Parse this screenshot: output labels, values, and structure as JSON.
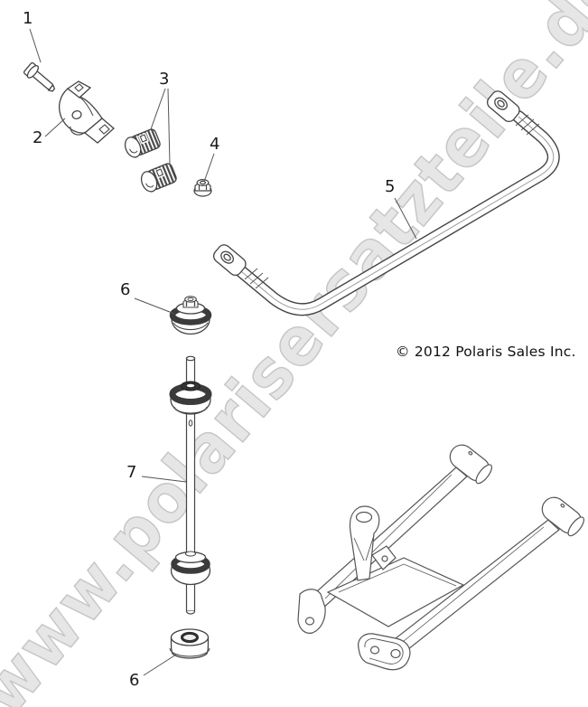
{
  "watermark": {
    "text": "www.polarisersatzteile.de",
    "fill": "#e6e6e6",
    "outline": "#c6c6c6"
  },
  "copyright": {
    "text": "© 2012 Polaris Sales Inc."
  },
  "callouts": [
    {
      "label": "1",
      "part": "flange-bolt"
    },
    {
      "label": "2",
      "part": "stabilizer-bar-bracket"
    },
    {
      "label": "3",
      "part": "stabilizer-bar-bushing-clamps"
    },
    {
      "label": "4",
      "part": "flange-nut"
    },
    {
      "label": "5",
      "part": "stabilizer-bar"
    },
    {
      "label": "6",
      "part": "link-bushing-upper"
    },
    {
      "label": "7",
      "part": "stabilizer-link-rod"
    },
    {
      "label": "6",
      "part": "link-bushing-lower"
    }
  ],
  "colors": {
    "line": "#444444",
    "dark_fill": "#3b3b3b",
    "label": "#1a1a1a",
    "background": "#ffffff"
  }
}
